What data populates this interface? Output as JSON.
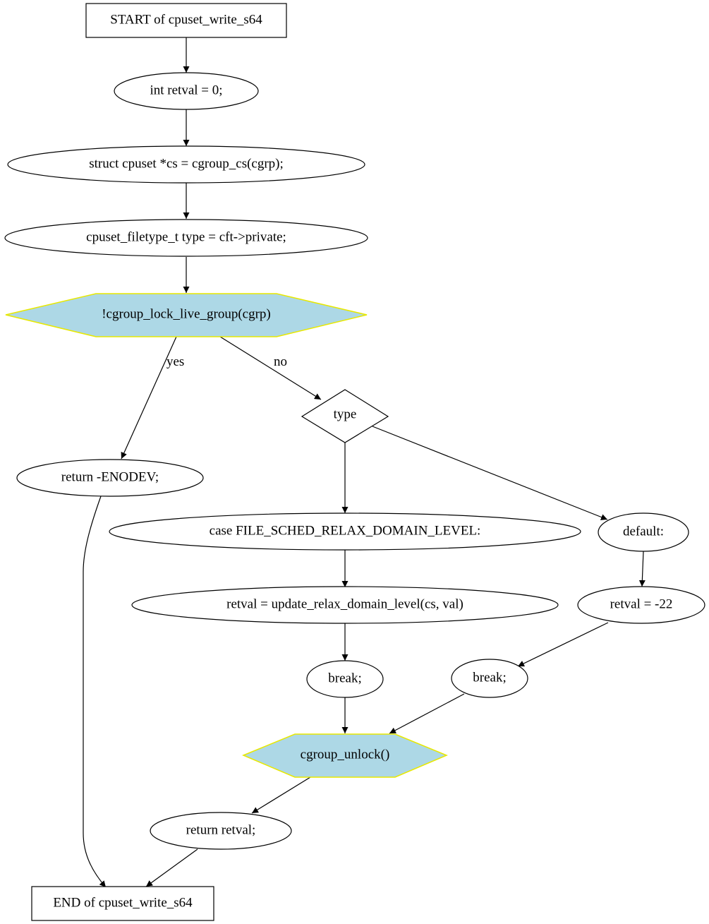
{
  "diagram": {
    "colors": {
      "hex_fill": "#add8e6",
      "hex_stroke": "#ffff00",
      "line": "#000000"
    },
    "nodes": {
      "start": "START of cpuset_write_s64",
      "retval_decl": "int retval = 0;",
      "cs_decl": "struct cpuset *cs = cgroup_cs(cgrp);",
      "type_decl": "cpuset_filetype_t type = cft->private;",
      "lock_check": "!cgroup_lock_live_group(cgrp)",
      "return_enodev": "return -ENODEV;",
      "switch_type": "type",
      "case_relax": "case FILE_SCHED_RELAX_DOMAIN_LEVEL:",
      "default_case": "default:",
      "update_relax": "retval = update_relax_domain_level(cs, val)",
      "retval_neg": "retval = -22",
      "break_1": "break;",
      "break_2": "break;",
      "unlock": "cgroup_unlock()",
      "return_retval": "return retval;",
      "end": "END of cpuset_write_s64"
    },
    "edge_labels": {
      "yes": "yes",
      "no": "no"
    }
  }
}
